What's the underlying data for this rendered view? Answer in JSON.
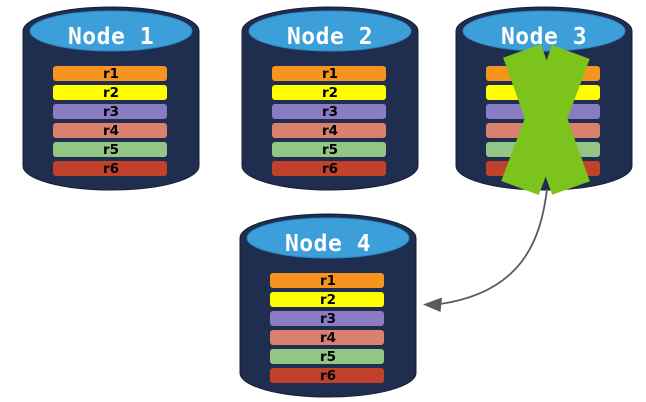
{
  "colors": {
    "cylinder_body": "#1F2E4E",
    "cylinder_top": "#3D9FD9",
    "node_title_text": "#FFFFFF",
    "row_label_text": "#000000",
    "failure_x": "#7CC41C",
    "arrow": "#5A5A5A"
  },
  "rows": [
    {
      "label": "r1",
      "color": "#F79420"
    },
    {
      "label": "r2",
      "color": "#FEFE00"
    },
    {
      "label": "r3",
      "color": "#8A7CC2"
    },
    {
      "label": "r4",
      "color": "#D9806F"
    },
    {
      "label": "r5",
      "color": "#93C584"
    },
    {
      "label": "r6",
      "color": "#C2412A"
    }
  ],
  "nodes": [
    {
      "title": "Node 1",
      "failed": false
    },
    {
      "title": "Node 2",
      "failed": false
    },
    {
      "title": "Node 3",
      "failed": true
    },
    {
      "title": "Node 4",
      "failed": false
    }
  ],
  "icons": {
    "failure_x": "x-cross-mark",
    "arrow": "curved-arrow-left"
  }
}
